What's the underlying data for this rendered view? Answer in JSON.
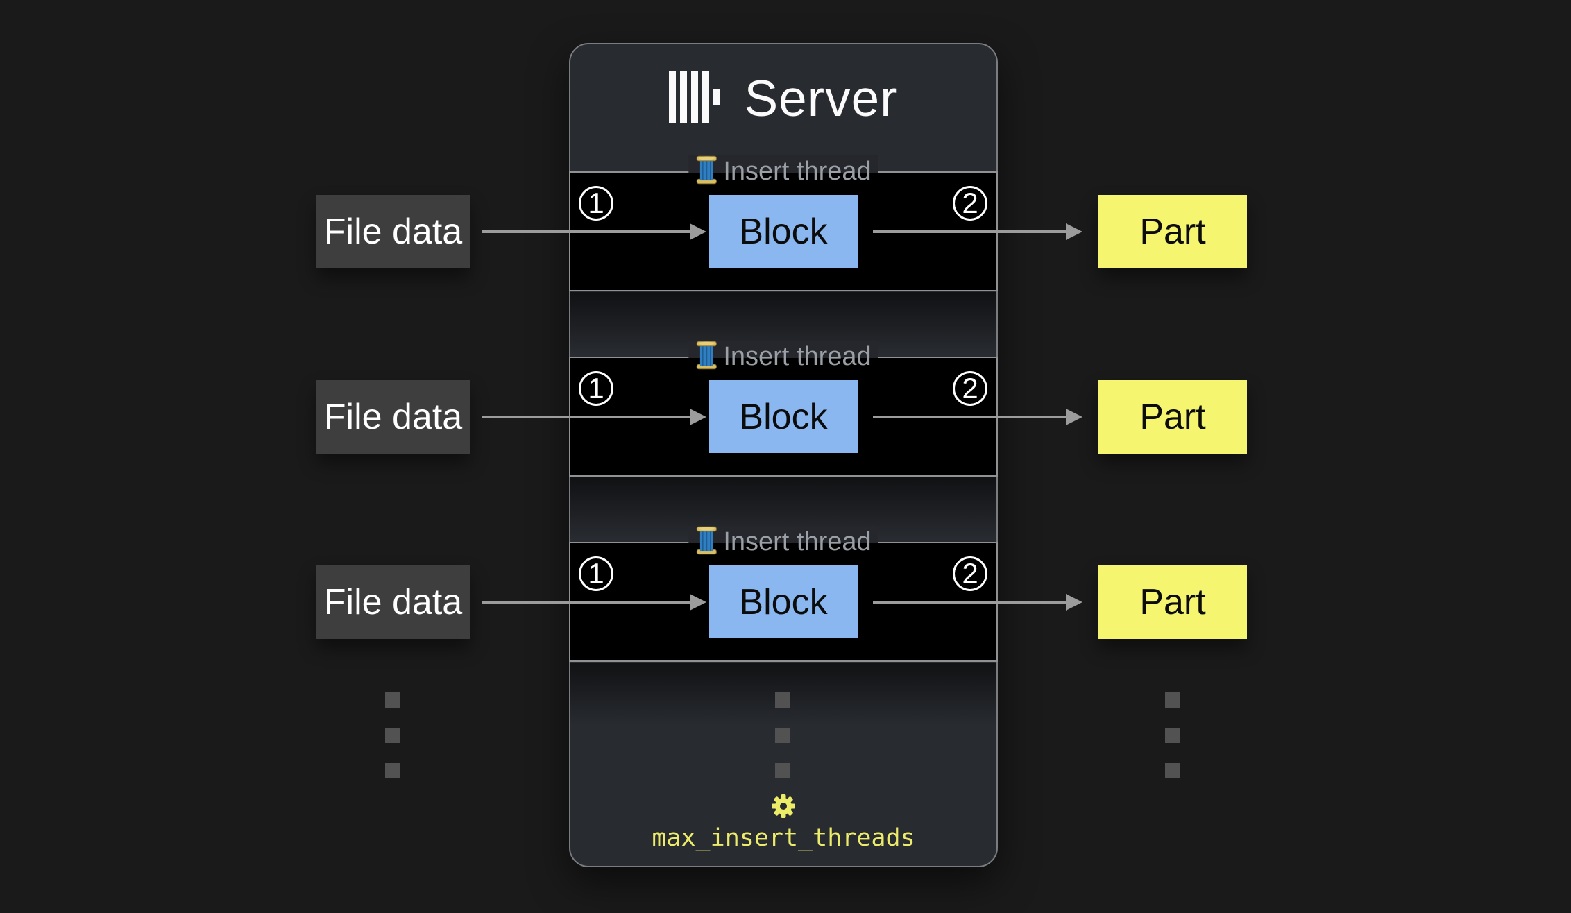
{
  "diagram": {
    "server": {
      "title": "Server",
      "logo_icon": "clickhouse-bars",
      "setting_icon": "gear",
      "setting_label": "max_insert_threads"
    },
    "threads": [
      {
        "legend_icon": "thread-spool",
        "legend": "Insert thread",
        "step_in": "1",
        "block_label": "Block",
        "step_out": "2"
      },
      {
        "legend_icon": "thread-spool",
        "legend": "Insert thread",
        "step_in": "1",
        "block_label": "Block",
        "step_out": "2"
      },
      {
        "legend_icon": "thread-spool",
        "legend": "Insert thread",
        "step_in": "1",
        "block_label": "Block",
        "step_out": "2"
      }
    ],
    "inputs": [
      {
        "label": "File data"
      },
      {
        "label": "File data"
      },
      {
        "label": "File data"
      }
    ],
    "outputs": [
      {
        "label": "Part"
      },
      {
        "label": "Part"
      },
      {
        "label": "Part"
      }
    ],
    "colors": {
      "canvas_bg": "#1a1a1a",
      "server_bg": "#282b30",
      "server_border": "#7a7c7f",
      "thread_box_bg": "#000000",
      "thread_box_border": "#8f9193",
      "legend_text": "#9aa0a5",
      "block_fill": "#8ab7f0",
      "part_fill": "#f5f56f",
      "file_fill": "#3e3e3e",
      "arrow": "#9c9c9c",
      "dots": "#525252",
      "setting_accent": "#eceb6b"
    }
  }
}
